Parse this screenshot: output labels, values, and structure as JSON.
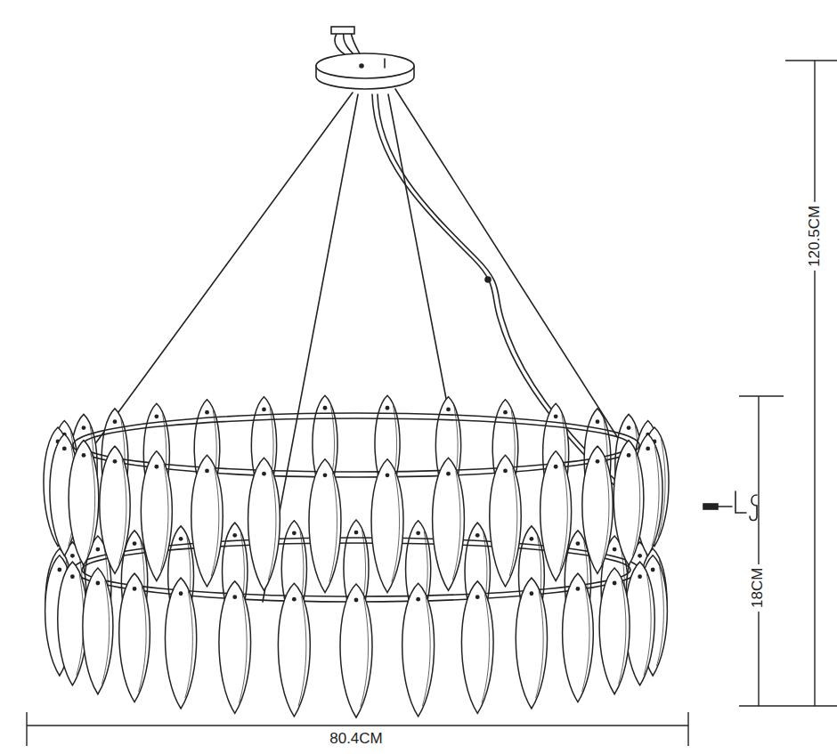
{
  "diagram": {
    "labels": [
      "120.5CM",
      "18CM",
      "80.4CM"
    ]
  }
}
